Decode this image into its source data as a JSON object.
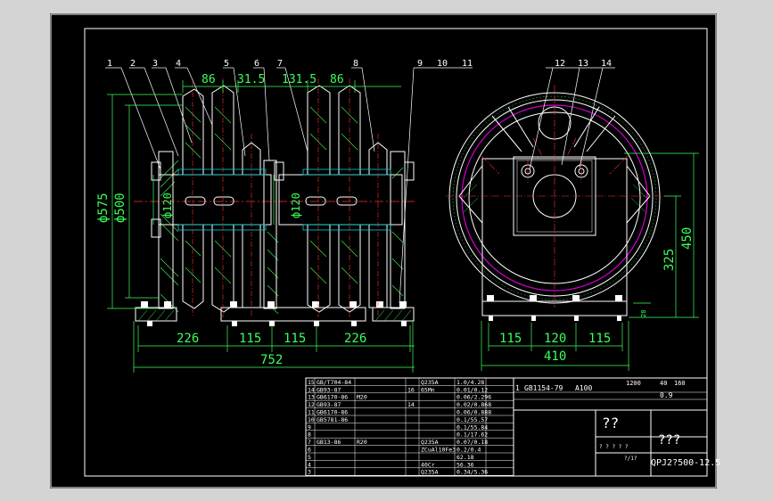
{
  "colors": {
    "paper": "#000000",
    "viewport": "#d4d4d4",
    "frame": "#ffffff",
    "dim": "#3dff5c",
    "part": "#ffffff",
    "center": "#ff3333",
    "hatch": "#3dff5c",
    "circle": "#d000d0",
    "accent": "#ffff33",
    "hole": "#00d0d0"
  },
  "balloons": {
    "left": [
      "1",
      "2",
      "3",
      "4",
      "5",
      "6",
      "7",
      "8"
    ],
    "right_group": [
      "9",
      "10",
      "11"
    ],
    "side": [
      "12",
      "13",
      "14"
    ]
  },
  "dims": {
    "top_86a": "86",
    "top_31a": "31.5",
    "top_31b": "131.5",
    "top_86b": "86",
    "phi575": "ф575",
    "phi500": "ф500",
    "phi120a": "ф120",
    "phi120b": "ф120",
    "base_226a": "226",
    "base_115a": "115",
    "base_115b": "115",
    "base_226b": "226",
    "total": "752",
    "side_115a": "115",
    "side_120": "120",
    "side_115b": "115",
    "side_410": "410",
    "side_450": "450",
    "side_325": "325",
    "side_28": "28"
  },
  "bom": {
    "rows": [
      {
        "no": "15",
        "code": "GB/T704-84",
        "name": "",
        "qty": "",
        "mat": "Q235A",
        "mass": "",
        "note": "1.0/4.28"
      },
      {
        "no": "14",
        "code": "GB93-87",
        "name": "",
        "qty": "16",
        "mat": "65Mn",
        "mass": "",
        "note": "0.01/0.12"
      },
      {
        "no": "13",
        "code": "GB6170-86",
        "name": "M20",
        "qty": "",
        "mat": "",
        "mass": "",
        "note": "0.06/2.296"
      },
      {
        "no": "12",
        "code": "GB93-87",
        "name": "",
        "qty": "14",
        "mat": "",
        "mass": "",
        "note": "0.02/0.868"
      },
      {
        "no": "11",
        "code": "GB6170-86",
        "name": "",
        "qty": "",
        "mat": "",
        "mass": "",
        "note": "0.06/0.888"
      },
      {
        "no": "10",
        "code": "GB5781-86",
        "name": "",
        "qty": "",
        "mat": "",
        "mass": "",
        "note": "0.1/55.57"
      },
      {
        "no": "9",
        "code": "",
        "name": "",
        "qty": "",
        "mat": "",
        "mass": "",
        "note": "0.1/55.84"
      },
      {
        "no": "8",
        "code": "",
        "name": "",
        "qty": "",
        "mat": "",
        "mass": "",
        "note": "0.1/17.62"
      },
      {
        "no": "7",
        "code": "GB13-86",
        "name": "R20",
        "qty": "",
        "mat": "Q235A",
        "mass": "",
        "note": "0.07/0.18"
      },
      {
        "no": "6",
        "code": "",
        "name": "",
        "qty": "",
        "mat": "ZCuAl10Fe3",
        "mass": "",
        "note": "0.2/0.4"
      },
      {
        "no": "5",
        "code": "",
        "name": "",
        "qty": "",
        "mat": "",
        "mass": "",
        "note": "62.18"
      },
      {
        "no": "4",
        "code": "",
        "name": "",
        "qty": "",
        "mat": "40Cr",
        "mass": "",
        "note": "56.36"
      },
      {
        "no": "3",
        "code": "",
        "name": "",
        "qty": "",
        "mat": "Q235A",
        "mass": "",
        "note": "0.34/5.36"
      }
    ],
    "header_row": {
      "no": "1",
      "code": "GB1154-79",
      "name": "A100",
      "mass": "0.9"
    },
    "head_labels": [
      "",
      "",
      "",
      "",
      "",
      ""
    ],
    "unknown_a": "??",
    "unknown_b": "???",
    "drawing_no": "QPJ2?500-12.5",
    "small": [
      "1200",
      "40",
      "160",
      "?",
      "?"
    ]
  }
}
